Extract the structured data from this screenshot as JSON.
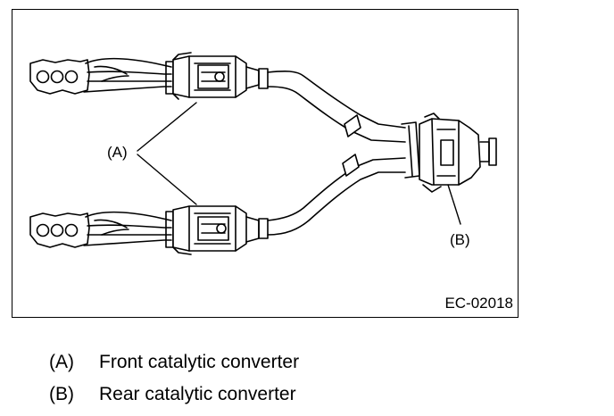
{
  "figure": {
    "code": "EC-02018",
    "callouts": {
      "a": "(A)",
      "b": "(B)"
    }
  },
  "legend": [
    {
      "key": "(A)",
      "text": "Front catalytic converter"
    },
    {
      "key": "(B)",
      "text": "Rear catalytic converter"
    }
  ]
}
